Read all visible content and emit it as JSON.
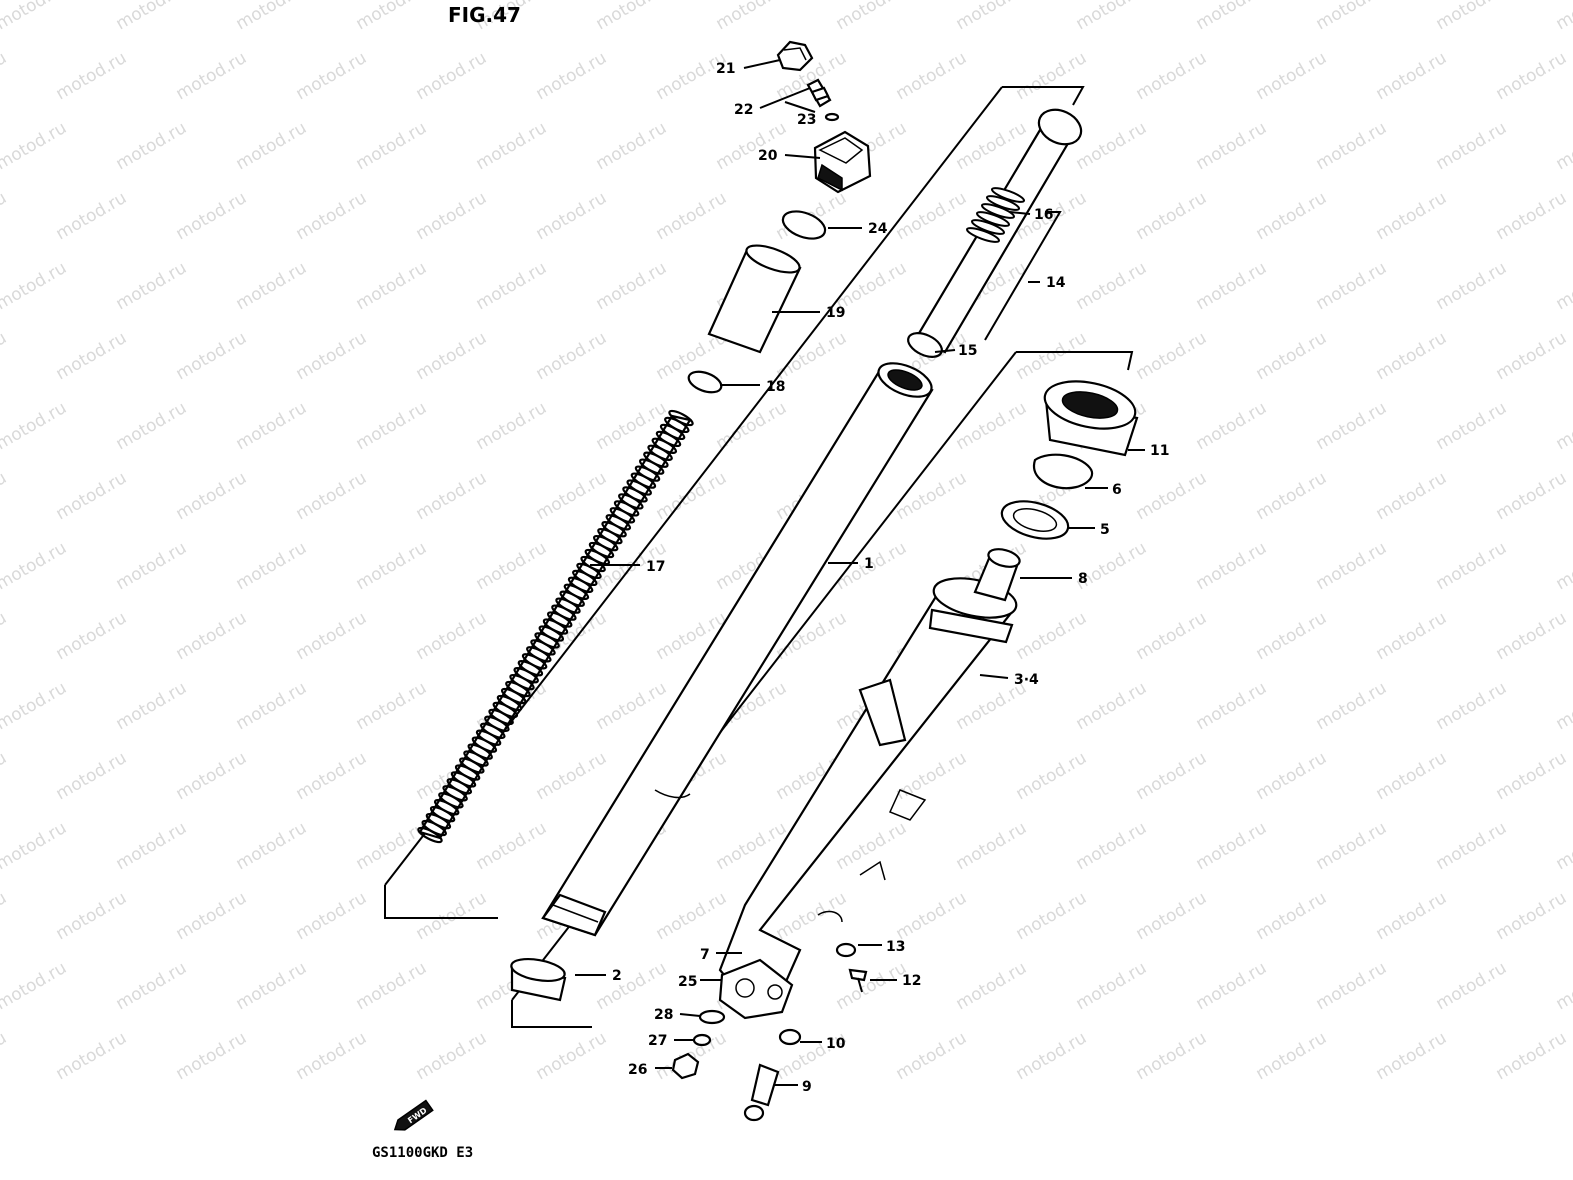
{
  "diagram": {
    "figure_title": "FIG.47",
    "model_code": "GS1100GKD  E3",
    "front_badge": "FWD",
    "watermark_text": "motod.ru",
    "callouts": [
      {
        "id": "c21",
        "label": "21"
      },
      {
        "id": "c22",
        "label": "22"
      },
      {
        "id": "c23",
        "label": "23"
      },
      {
        "id": "c20",
        "label": "20"
      },
      {
        "id": "c24",
        "label": "24"
      },
      {
        "id": "c19",
        "label": "19"
      },
      {
        "id": "c18",
        "label": "18"
      },
      {
        "id": "c17",
        "label": "17"
      },
      {
        "id": "c16",
        "label": "16"
      },
      {
        "id": "c14",
        "label": "14"
      },
      {
        "id": "c15",
        "label": "15"
      },
      {
        "id": "c11",
        "label": "11"
      },
      {
        "id": "c6",
        "label": "6"
      },
      {
        "id": "c5",
        "label": "5"
      },
      {
        "id": "c1",
        "label": "1"
      },
      {
        "id": "c8",
        "label": "8"
      },
      {
        "id": "c34",
        "label": "3·4"
      },
      {
        "id": "c13",
        "label": "13"
      },
      {
        "id": "c7",
        "label": "7"
      },
      {
        "id": "c12",
        "label": "12"
      },
      {
        "id": "c25",
        "label": "25"
      },
      {
        "id": "c2",
        "label": "2"
      },
      {
        "id": "c28",
        "label": "28"
      },
      {
        "id": "c27",
        "label": "27"
      },
      {
        "id": "c10",
        "label": "10"
      },
      {
        "id": "c26",
        "label": "26"
      },
      {
        "id": "c9",
        "label": "9"
      }
    ]
  }
}
